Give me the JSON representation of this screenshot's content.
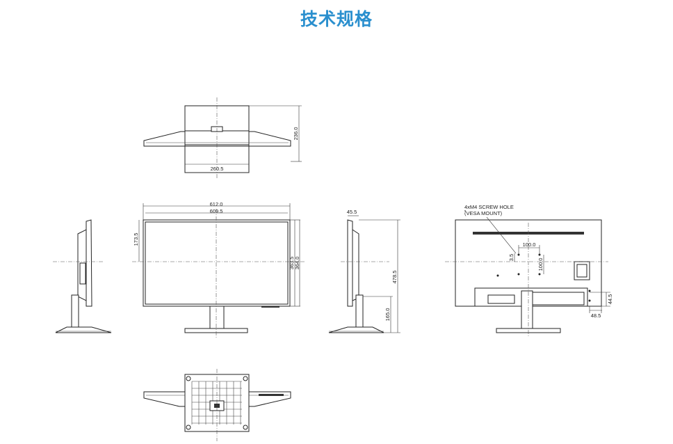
{
  "title": "技术规格",
  "dims": {
    "top_depth": "236.0",
    "top_base_width": "260.5",
    "front_overall_width": "612.0",
    "front_panel_width": "609.5",
    "front_upper_height": "173.5",
    "front_panel_height": "363.5",
    "front_total_height": "364.0",
    "side_thickness": "45.5",
    "side_total_height": "478.5",
    "side_stand_height": "165.0",
    "back_vesa_w": "100.0",
    "back_vesa_h": "100.0",
    "back_small": "3.5",
    "back_right_a": "44.5",
    "back_right_b": "48.5"
  },
  "labels": {
    "screw_line1": "4xM4 SCREW HOLE",
    "screw_line2": "(VESA MOUNT)"
  },
  "colors": {
    "title": "#2a8fce",
    "line": "#222222"
  }
}
